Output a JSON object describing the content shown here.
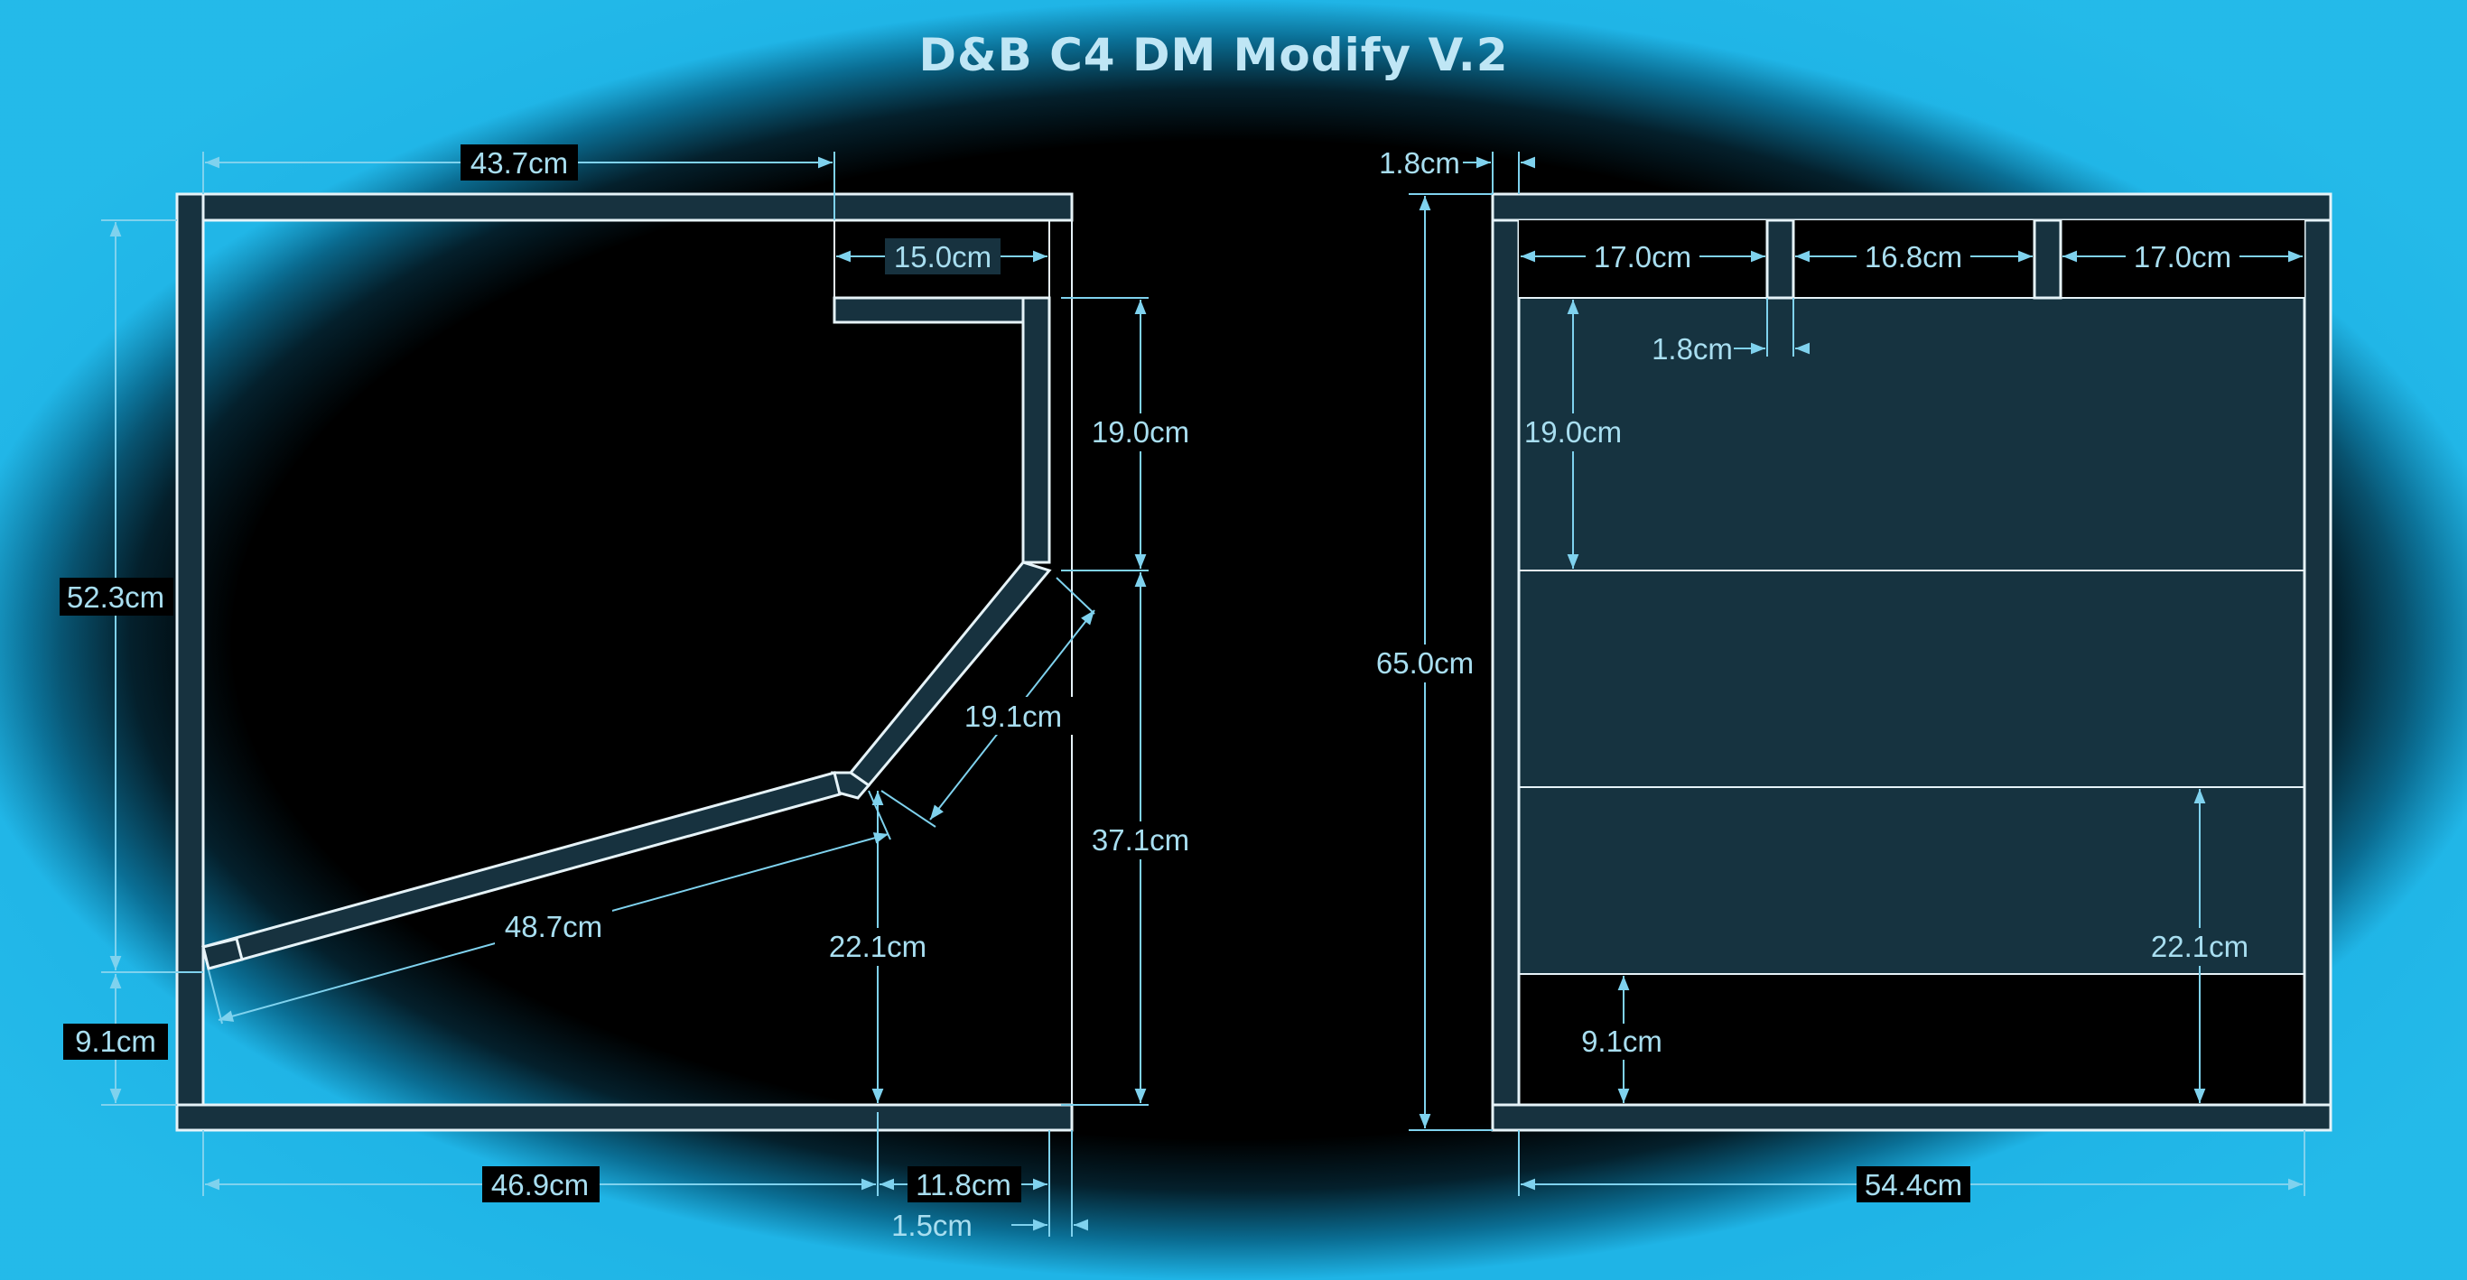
{
  "title": "D&B C4 DM Modify V.2",
  "side_view": {
    "dims": {
      "top_width": "43.7cm",
      "top_lip": "15.0cm",
      "height": "52.3cm",
      "bottom_height": "9.1cm",
      "upper_right": "19.0cm",
      "lower_right": "37.1cm",
      "angled_panel": "19.1cm",
      "long_panel": "48.7cm",
      "inner_height": "22.1cm",
      "bottom_width": "46.9cm",
      "bottom_right": "11.8cm",
      "board": "1.5cm"
    }
  },
  "front_view": {
    "dims": {
      "board": "1.8cm",
      "col_left": "17.0cm",
      "col_mid": "16.8cm",
      "col_right": "17.0cm",
      "divider": "1.8cm",
      "upper_section": "19.0cm",
      "height": "65.0cm",
      "lower_section": "22.1cm",
      "bottom_gap": "9.1cm",
      "width": "54.4cm"
    }
  }
}
